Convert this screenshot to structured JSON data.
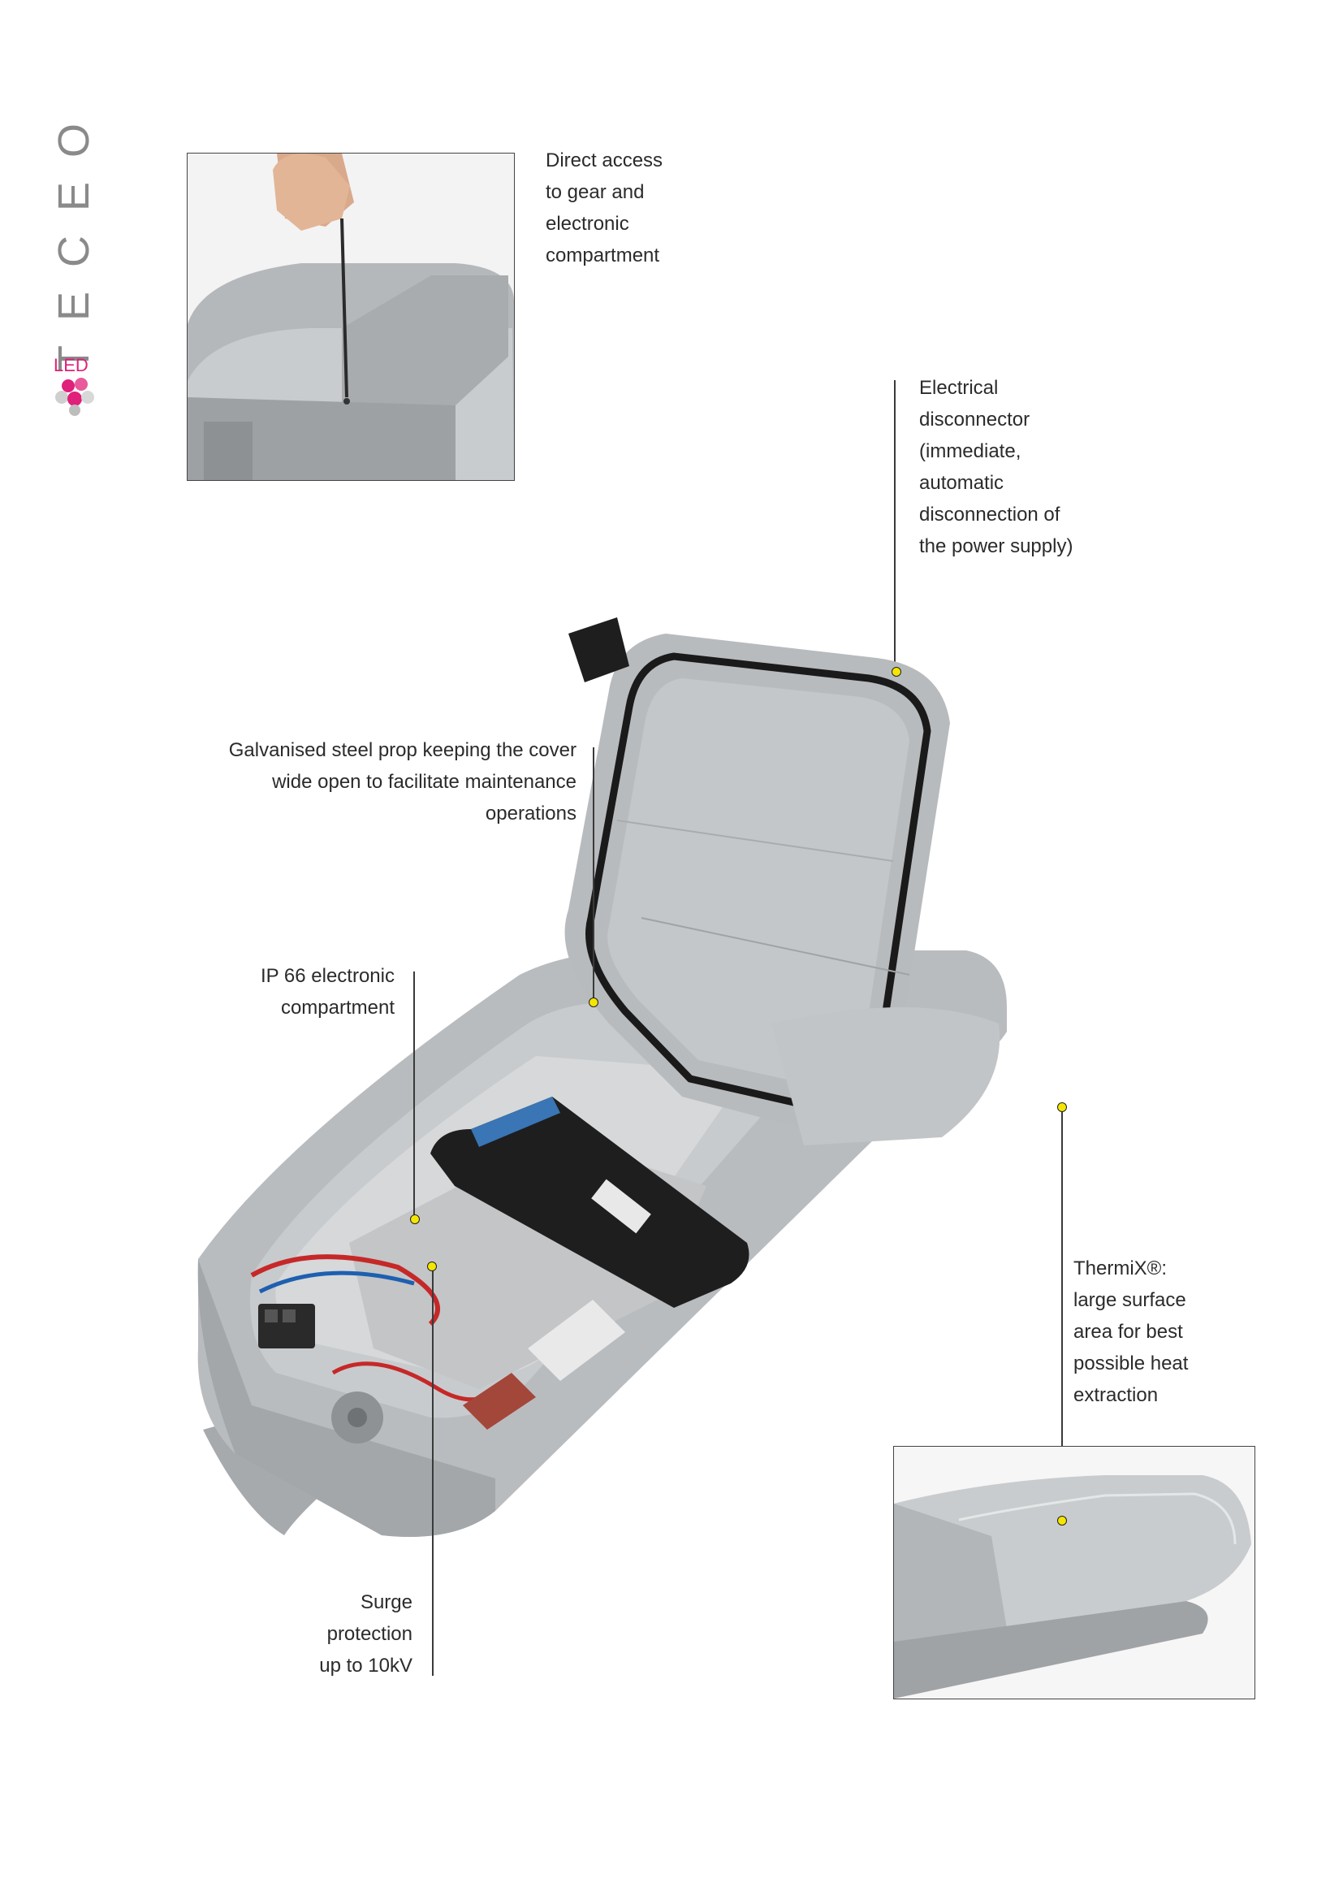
{
  "brand": {
    "name": "TECEO",
    "led_label": "LED",
    "led_color": "#e0207a"
  },
  "captions": {
    "direct_access": "Direct access\nto gear and\nelectronic\ncompartment",
    "electrical_disconnector": "Electrical\ndisconnector\n(immediate,\nautomatic\ndisconnection of\nthe power supply)",
    "galvanised_prop": "Galvanised steel prop keeping the cover\nwide open to facilitate maintenance\noperations",
    "ip66": "IP 66 electronic\ncompartment",
    "thermix": "ThermiX®:\nlarge surface\narea for best\npossible heat\nextraction",
    "surge": "Surge\nprotection\nup to 10kV"
  },
  "colors": {
    "callout_dot": "#f5e600",
    "luminaire_grey": "#b9bcbf",
    "driver_black": "#1e1e1e"
  }
}
